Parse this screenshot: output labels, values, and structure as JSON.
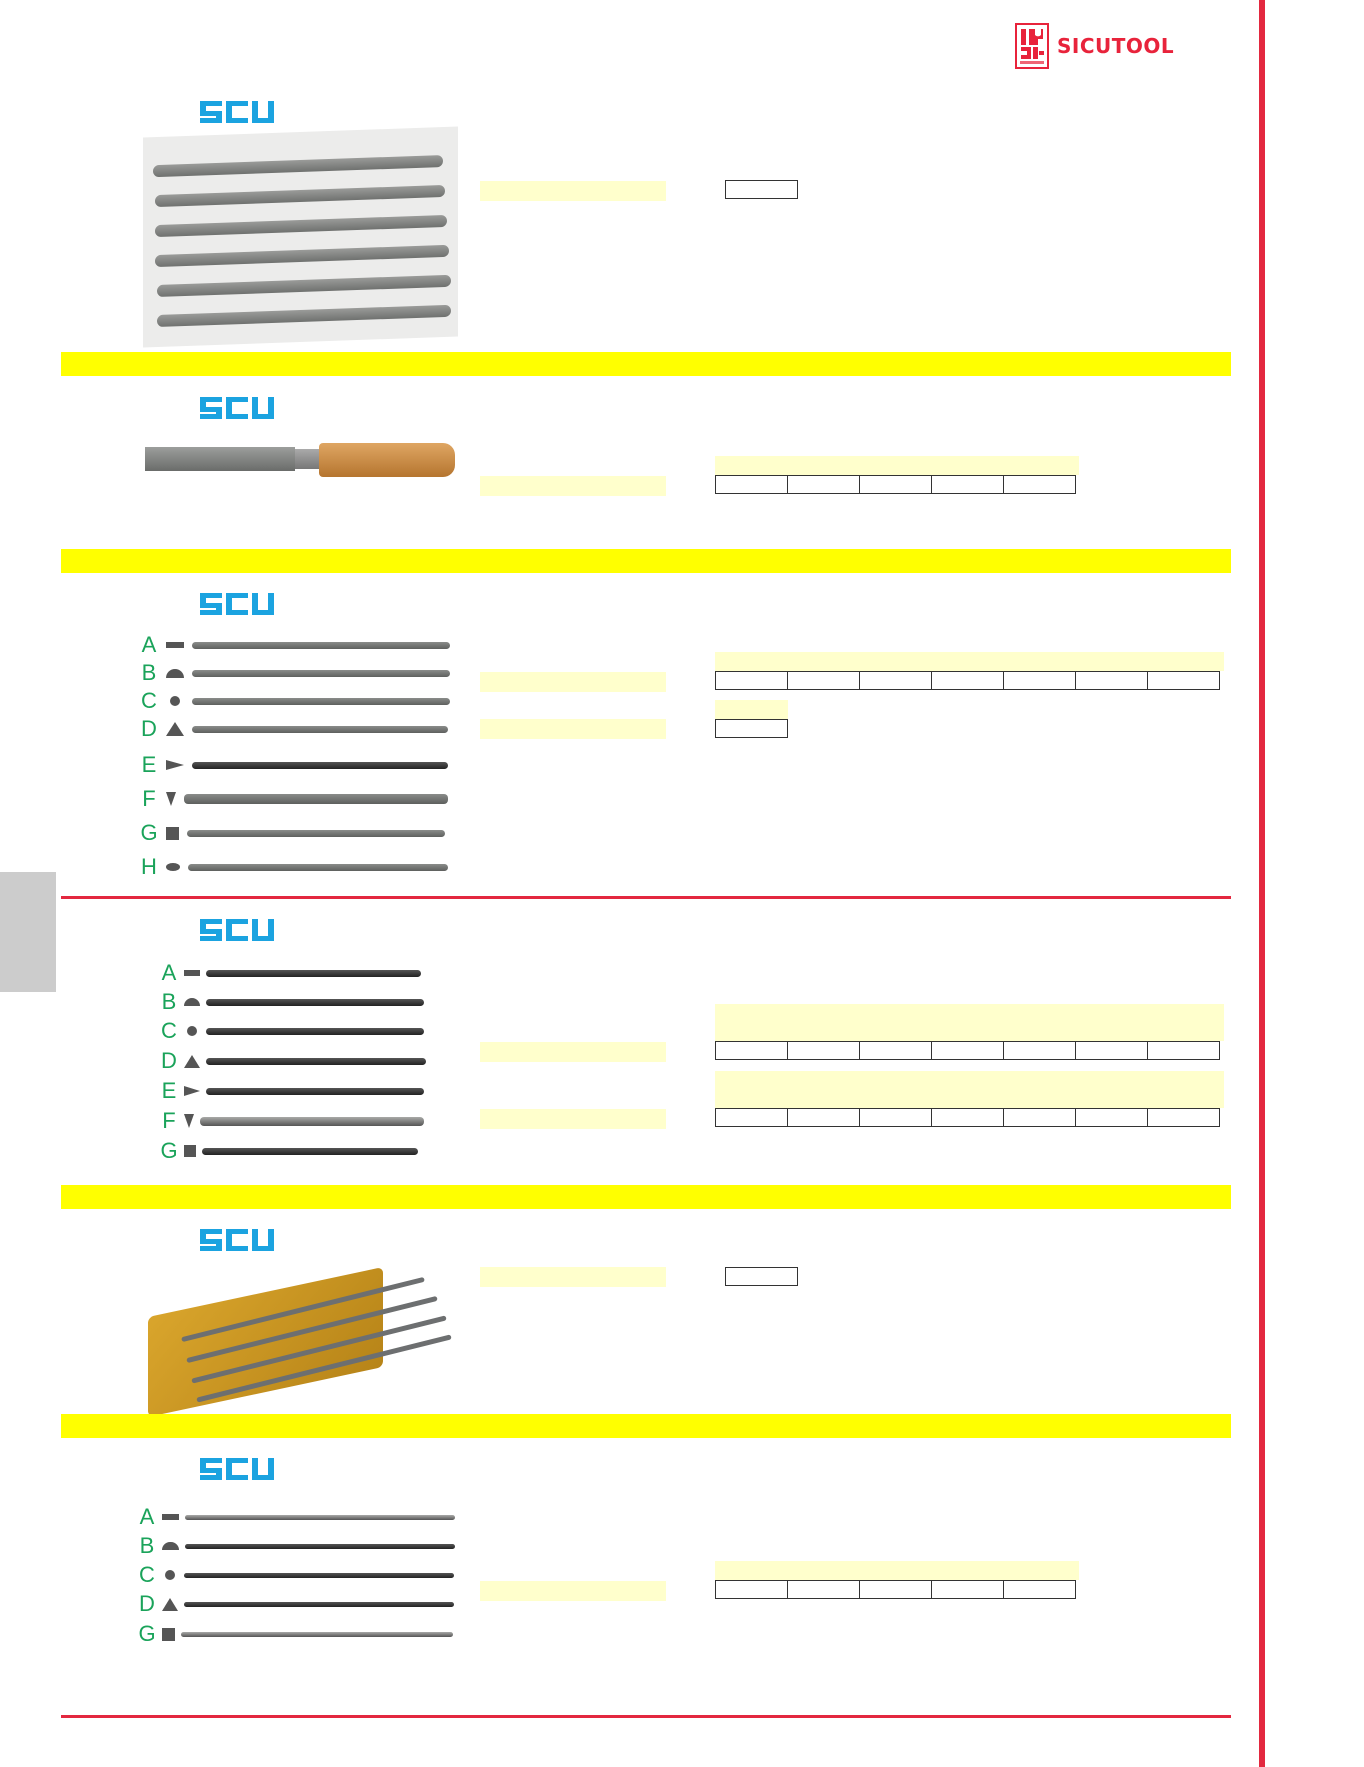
{
  "header": {
    "brand_name": "SICUTOOL",
    "brand_mark_caption": "SICUTOOL",
    "brand_color": "#e8233b"
  },
  "colors": {
    "section_band": "#ffff00",
    "label_fill": "#ffffcc",
    "rule_red": "#e3283f",
    "scu_blue": "#1ba3e0",
    "letter_green": "#1aa35a",
    "side_tab": "#cccccc"
  },
  "sections": [
    {
      "id": "section-1",
      "sub_brand": "SCU",
      "image": "file-set-in-plastic-tray",
      "label_bars": [
        ""
      ],
      "tables": [
        {
          "header": null,
          "cells": [
            ""
          ]
        }
      ]
    },
    {
      "id": "section-2",
      "sub_brand": "SCU",
      "image": "file-with-wooden-handle",
      "label_bars": [
        ""
      ],
      "tables": [
        {
          "header": "",
          "cells": [
            "",
            "",
            "",
            "",
            ""
          ]
        }
      ]
    },
    {
      "id": "section-3",
      "sub_brand": "SCU",
      "image": "double-ended-riffler-files",
      "profiles": [
        {
          "letter": "A",
          "shape": "flat"
        },
        {
          "letter": "B",
          "shape": "half-round"
        },
        {
          "letter": "C",
          "shape": "round"
        },
        {
          "letter": "D",
          "shape": "triangle"
        },
        {
          "letter": "E",
          "shape": "knife"
        },
        {
          "letter": "F",
          "shape": "inverted-triangle"
        },
        {
          "letter": "G",
          "shape": "square"
        },
        {
          "letter": "H",
          "shape": "oval"
        }
      ],
      "label_bars": [
        "",
        ""
      ],
      "tables": [
        {
          "header": "",
          "cells": [
            "",
            "",
            "",
            "",
            "",
            "",
            ""
          ]
        },
        {
          "header": "",
          "cells": [
            ""
          ]
        }
      ]
    },
    {
      "id": "section-4",
      "sub_brand": "SCU",
      "image": "black-riffler-files",
      "profiles": [
        {
          "letter": "A",
          "shape": "flat"
        },
        {
          "letter": "B",
          "shape": "half-round"
        },
        {
          "letter": "C",
          "shape": "round"
        },
        {
          "letter": "D",
          "shape": "triangle"
        },
        {
          "letter": "E",
          "shape": "knife"
        },
        {
          "letter": "F",
          "shape": "inverted-triangle"
        },
        {
          "letter": "G",
          "shape": "square"
        }
      ],
      "label_bars": [
        "",
        ""
      ],
      "tables": [
        {
          "header": "",
          "cells": [
            "",
            "",
            "",
            "",
            "",
            "",
            ""
          ]
        },
        {
          "header": "",
          "cells": [
            "",
            "",
            "",
            "",
            "",
            "",
            ""
          ]
        }
      ]
    },
    {
      "id": "section-5",
      "sub_brand": "SCU",
      "image": "riffler-set-in-yellow-pouch",
      "label_bars": [
        ""
      ],
      "tables": [
        {
          "header": null,
          "cells": [
            ""
          ]
        }
      ]
    },
    {
      "id": "section-6",
      "sub_brand": "SCU",
      "image": "needle-riffler-files",
      "profiles": [
        {
          "letter": "A",
          "shape": "flat"
        },
        {
          "letter": "B",
          "shape": "half-round"
        },
        {
          "letter": "C",
          "shape": "round"
        },
        {
          "letter": "D",
          "shape": "triangle"
        },
        {
          "letter": "G",
          "shape": "square"
        }
      ],
      "label_bars": [
        ""
      ],
      "tables": [
        {
          "header": "",
          "cells": [
            "",
            "",
            "",
            "",
            ""
          ]
        }
      ]
    }
  ]
}
